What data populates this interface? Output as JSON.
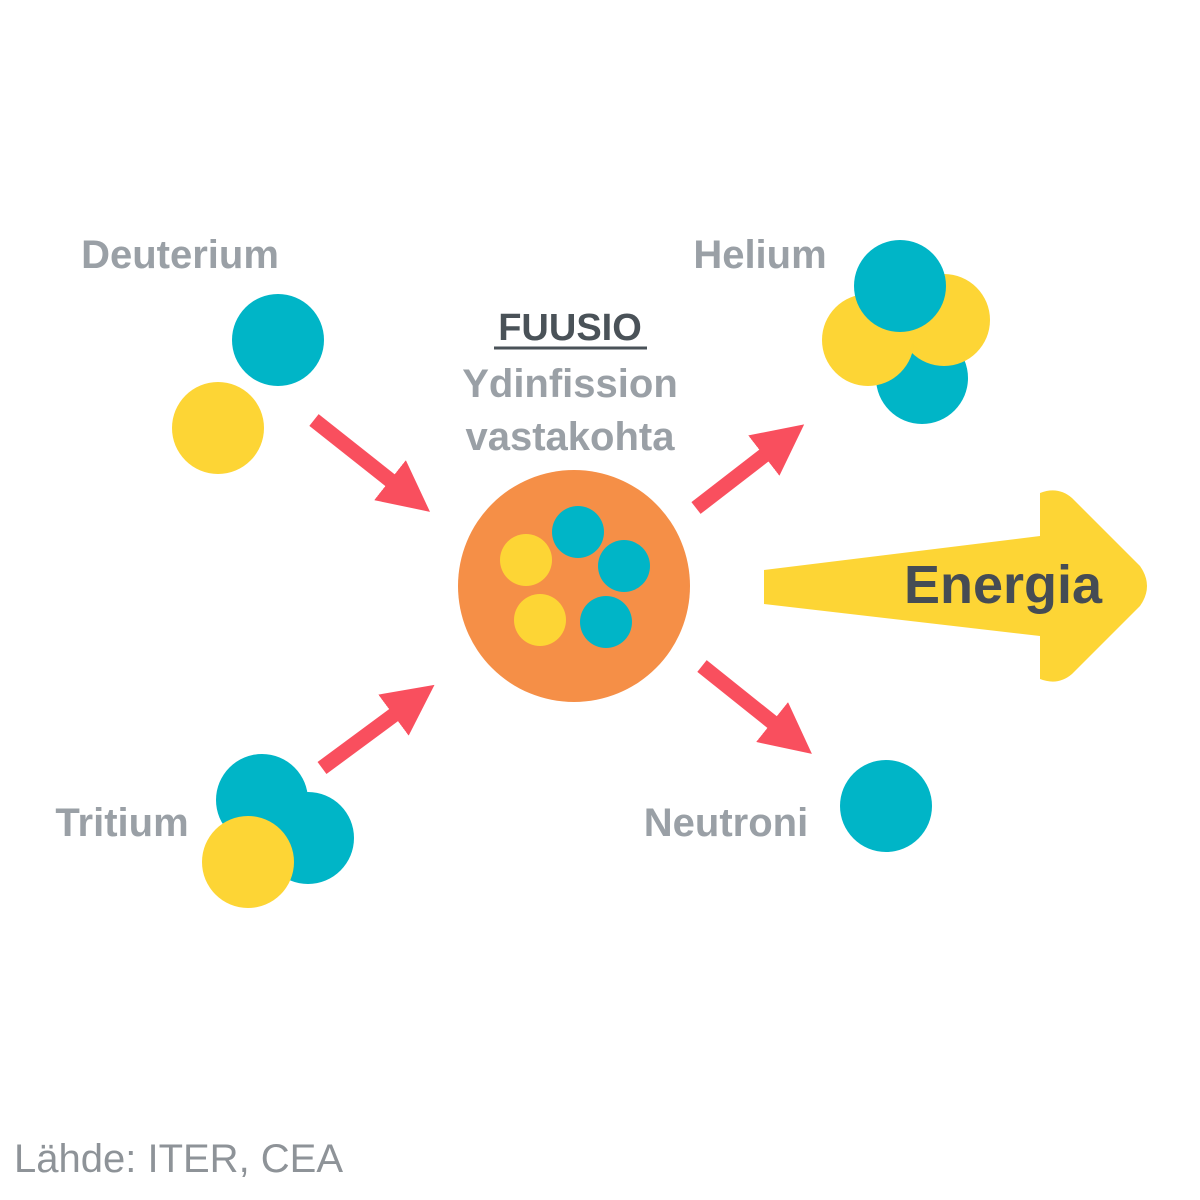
{
  "labels": {
    "deuterium": "Deuterium",
    "tritium": "Tritium",
    "helium": "Helium",
    "neutron": "Neutroni",
    "fusion_title": "FUUSIO",
    "fusion_subtitle_line1": "Ydinfission",
    "fusion_subtitle_line2": "vastakohta",
    "energy": "Energia",
    "source": "Lähde: ITER, CEA"
  },
  "colors": {
    "neutron_particle": "#00b5c7",
    "proton_particle": "#fdd535",
    "reaction_core": "#f58f47",
    "arrow": "#f94f5e",
    "energy_arrow": "#fdd535",
    "label_text": "#9aa0a6",
    "title_text": "#4a5258"
  }
}
